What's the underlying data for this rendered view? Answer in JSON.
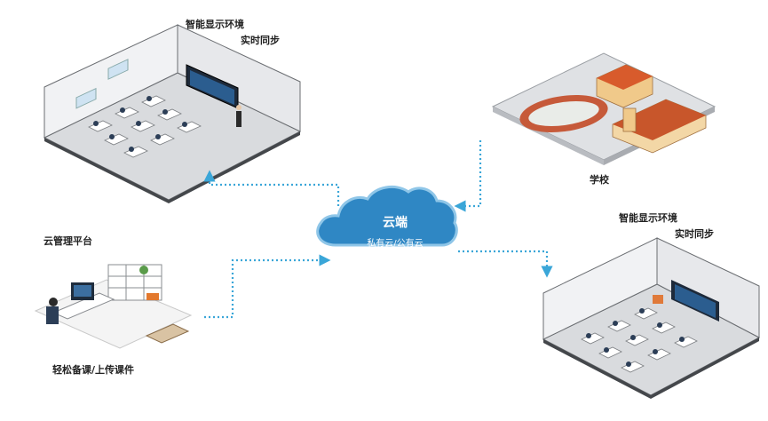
{
  "cloud": {
    "title": "云端",
    "subtitle": "私有云/公有云"
  },
  "classroom_top": {
    "label_line1": "智能显示环境",
    "label_line2": "实时同步"
  },
  "school": {
    "label": "学校"
  },
  "classroom_bottom": {
    "label_line1": "智能显示环境",
    "label_line2": "实时同步"
  },
  "office": {
    "platform_label": "云管理平台",
    "caption": "轻松备课/上传课件"
  },
  "colors": {
    "connector": "#3aa6d8",
    "cloud_fill": "#2f87c4",
    "cloud_stroke": "#8fc6e8",
    "room_wall": "#f3f4f6",
    "room_floor": "#d9dbde",
    "room_edge": "#44474b",
    "school_roof": "#c8562b",
    "school_building": "#f0c98a"
  }
}
